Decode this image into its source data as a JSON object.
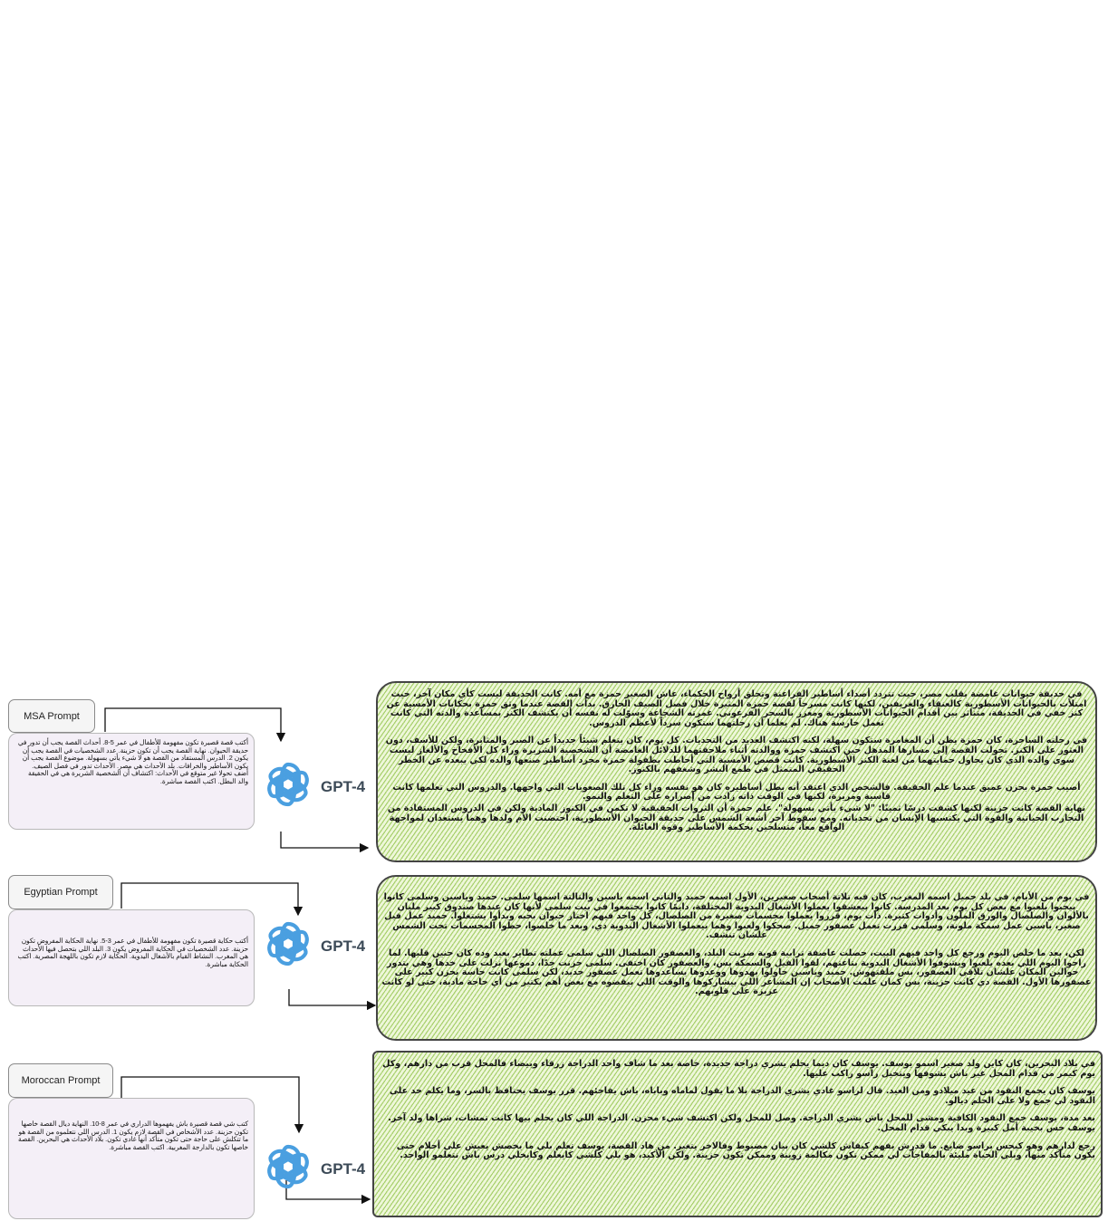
{
  "gpt_label": "GPT-4",
  "colors": {
    "prompt_bg": "#f4eff7",
    "response_hatch": "#6eaf14",
    "gpt_logo": "#4a9fe0"
  },
  "rows": [
    {
      "label": "MSA Prompt",
      "prompt": "أكتب قصة قصيرة تكون مفهومة للأطفال في عمر 5-8. أحداث القصة يجب أن تدور في حديقة الحيوان. نهاية القصة يجب أن تكون حزينة. عدد الشخصيات في القصة يجب أن يكون 2. الدرس المستفاد من القصة هو لا شيء يأتي بسهولة. موضوع القصة يجب أن يكون الأساطير والخرافات. بلد الأحداث هي مصر. الأحداث تدور في فصل الصيف. أضف تحولا غير متوقع في الأحداث: اكتشاف أن الشخصية الشريرة هي في الحقيقة والد البطل. اكتب القصة مباشرة.",
      "response": [
        "في حديقة حيوانات غامضة بقلب مصر، حيث تتردد أصداء أساطير الفراعنة وتحلق أرواح الحكماء، عاش الصغير حمزة مع أمه. كانت الحديقة ليست كأي مكان آخر، حيث امتلأت بالحيوانات الأسطورية كالعنقاء والغريفين، لكنها كانت مسرحاً لقصة حمزة المثيرة خلال فصل الصيف الحارق. بدأت القصة عندما وثق حمزة بحكايات الأمسية عن كنز خفي في الحديقة، متناثر بين أقدام الحيوانات الأسطورية ومعزز بالسحر الفرعوني. غمرته الشجاعة وسوّلت له نفسه أن يكتشف الكنز بمساعدة والدته التي كانت تعمل حارسة هناك. لم يعلما أن رحلتهما ستكون سرداً لأعظم الدروس.",
        "في رحلته الساحرة، كان حمزة يظن أن المغامرة ستكون سهلة، لكنه اكتشف العديد من التحديات. كل يوم، كان يتعلم شيئاً جديداً عن الصبر والمثابرة، ولكن للأسف، دون العثور على الكنز. تحولت القصة إلى مسارها المذهل حين اكتشف حمزة ووالدته أثناء ملاحقتهما للدلائل الغامضة أن الشخصية الشريرة وراء كل الأفخاخ والألغاز ليست سوى والده الذي كان يحاول حمايتهما من لعنة الكنز الأسطورية. كانت قصص الأمسية التي أحاطت بطفولة حمزة مجرد أساطير صنعها والده لكي يبعده عن الخطر الحقيقي المتمثل في طمع البشر وشغفهم بالكنوز.",
        "أصيب حمزة بحزن عميق عندما علم الحقيقة. فالشخص الذي اعتقد أنه بطل أساطيره كان هو نفسه وراء كل تلك الصعوبات التي واجهها. والدروس التي تعلمها كانت قاسية ومريرة، لكنها في الوقت ذاته زادت من إصراره على التعلم والنمو.",
        "نهاية القصة كانت حزينة لكنها كشفت درسًا ثمينًا: \"لا شيء يأتي بسهولة\". علم حمزة أن الثروات الحقيقية لا تكمن في الكنوز المادية ولكن في الدروس المستفادة من التجارب الحياتية والقوة التي يكتسبها الإنسان من تحدياته. ومع سقوط آخر أشعة الشمس على حديقة الحيوان الأسطورية، احتضنت الأم ولدها وهما يستعدان لمواجهة الواقع معاً، متسلحين بحكمة الأساطير وقوة العائلة."
      ]
    },
    {
      "label": "Egyptian Prompt",
      "prompt": "أكتب حكاية قصيرة تكون مفهومة للأطفال في عمر 3-5. نهاية الحكاية المفروض تكون حزينة. عدد الشخصيات في الحكاية المفروض يكون 3. البلد اللي بتحصل فيها الأحداث هي المغرب. النشاط القيام بالأشغال اليدوية. الحكاية لازم تكون باللهجة المصرية. اكتب الحكاية مباشرة.",
      "response": [
        "في يوم من الأيام، في بلد جميل اسمه المغرب، كان فيه تلاتة أصحاب صغيرين، الأول اسمه حميد والتاني اسمه ياسين والتالتة اسمها سلمى. حميد وياسين وسلمى كانوا بيحبوا يلعبوا مع بعض كل يوم بعد المدرسة. كانوا بيعشقوا يعملوا الأشغال اليدوية المختلفة، دايمًا كانوا يجتمعوا في بيت سلمى لأنها كان عندها صندوق كبير مليان بالألوان والصلصال والورق الملون وأدوات كتيرة. ذات يوم، قرروا يعملوا مجسمات صغيرة من الصلصال، كل واحد فيهم اختار حيوان بحبه وبدأوا يشتغلوا. حميد عمل فيل صغير، ياسين عمل سمكة ملونة، وسلمى قررت تعمل عصفور جميل. صحكوا ولعبوا وهما بيعملوا الأشغال اليدوية دي، وبعد ما خلصوا، حطوا المجسمات تحت الشمس علشان تنشف.",
        "لكن، بعد ما خلص اليوم ورجع كل واحد فيهم البيت، حصلت عاصفة ترابية قوية ضربت البلد، والعصفور الصلصال اللي سلمى عملته تطاير بعيد وده كان حنين قلبها. لما راحوا اليوم اللي بعده يلعبوا ويشوفوا الأشغال اليدوية بتاعتهم، لقوا الفيل والسمكة بس، والعصفور كان اختفى. سلمى حزنت جدًا، دموعها نزلت على خدها وهي بتدور حوالين المكان علشان تلاقي العصفور، بس ملقتهوش. حميد وياسين حاولوا يهدوها ووعدوها يساعدوها تعمل عصفور جديد، لكن سلمى كانت حاسة بحزن كبير على عصفورها الأول. القصة دي كانت حزينة، بس كمان علمت الأصحاب إن المشاعر اللي بيشاركوها والوقت اللي بيقضوه مع بعض أهم بكتير من أي حاجة مادية، حتى لو كانت عزيزة على قلوبهم."
      ]
    },
    {
      "label": "Moroccan Prompt",
      "prompt": "كتب شي قصة قصيرة باش يفهموها الدراري في عمر 8-10. النهاية ديال القصة خاصها تكون حزينة. عدد الأشخاص في القصة لازم يكون 1. الدرس اللي نتعلموه من القصة هو ما تتكلش على حاجة حتى تكون متأكد أنها غادي تكون. بلاد الأحداث هي البحرين. القصة خاصها تكون بالدارجة المغربية. اكتب القصة مباشرة.",
      "response": [
        "في بلاد البحرين، كان كاين ولد صغير اسمو يوسف. يوسف كان ديما يحلم يشري دراجة جديدة، خاصة بعد ما شاف واحد الدراجة زرقاء وبيضاء فالمحل قرب من دارهم، وكل يوم كيمر من قدام المحل غير باش يشوفها ويتخيل راسو راكب عليها.",
        "يوسف كان يجمع النقود من عيد ميلادو ومن العيد. قال لراسو غادي يشري الدراجة بلا ما يقول لماماه وباباه، باش يفاجئهم. قرر يوسف يحتافظ بالسر، وما يكلم حد على النقود لي جمع ولا على الحلم ديالو.",
        "بعد مدة، يوسف جمع النقود الكافية ومشى للمحل باش يشري الدراجة. وصل للمحل ولكن اكتشف شيء محزن. الدراجة اللي كان يحلم بيها كانت تمشات، شراها ولد آخر. يوسف حس بخيبة أمل كبيرة وبدا يبكي قدام المحل.",
        "رجع لدارهم وهو كيحس براسو ضايع. ما قدرش يفهم كيفاش كلشي كان بيان مضبوط وفالاخر يتغير. من هاد القصة، يوسف تعلم بلي ما يخصش يعيش على أحلام حتى يكون متأكد منها، وبلي الحياة مليئة بالمفاجآت لي ممكن تكون مكالمة زوينة وممكن تكون حزينة. ولكن الأكيد، هو بلي كلشي كايعلم وكايخلي درس باش نتعلمو الواحد."
      ]
    }
  ]
}
